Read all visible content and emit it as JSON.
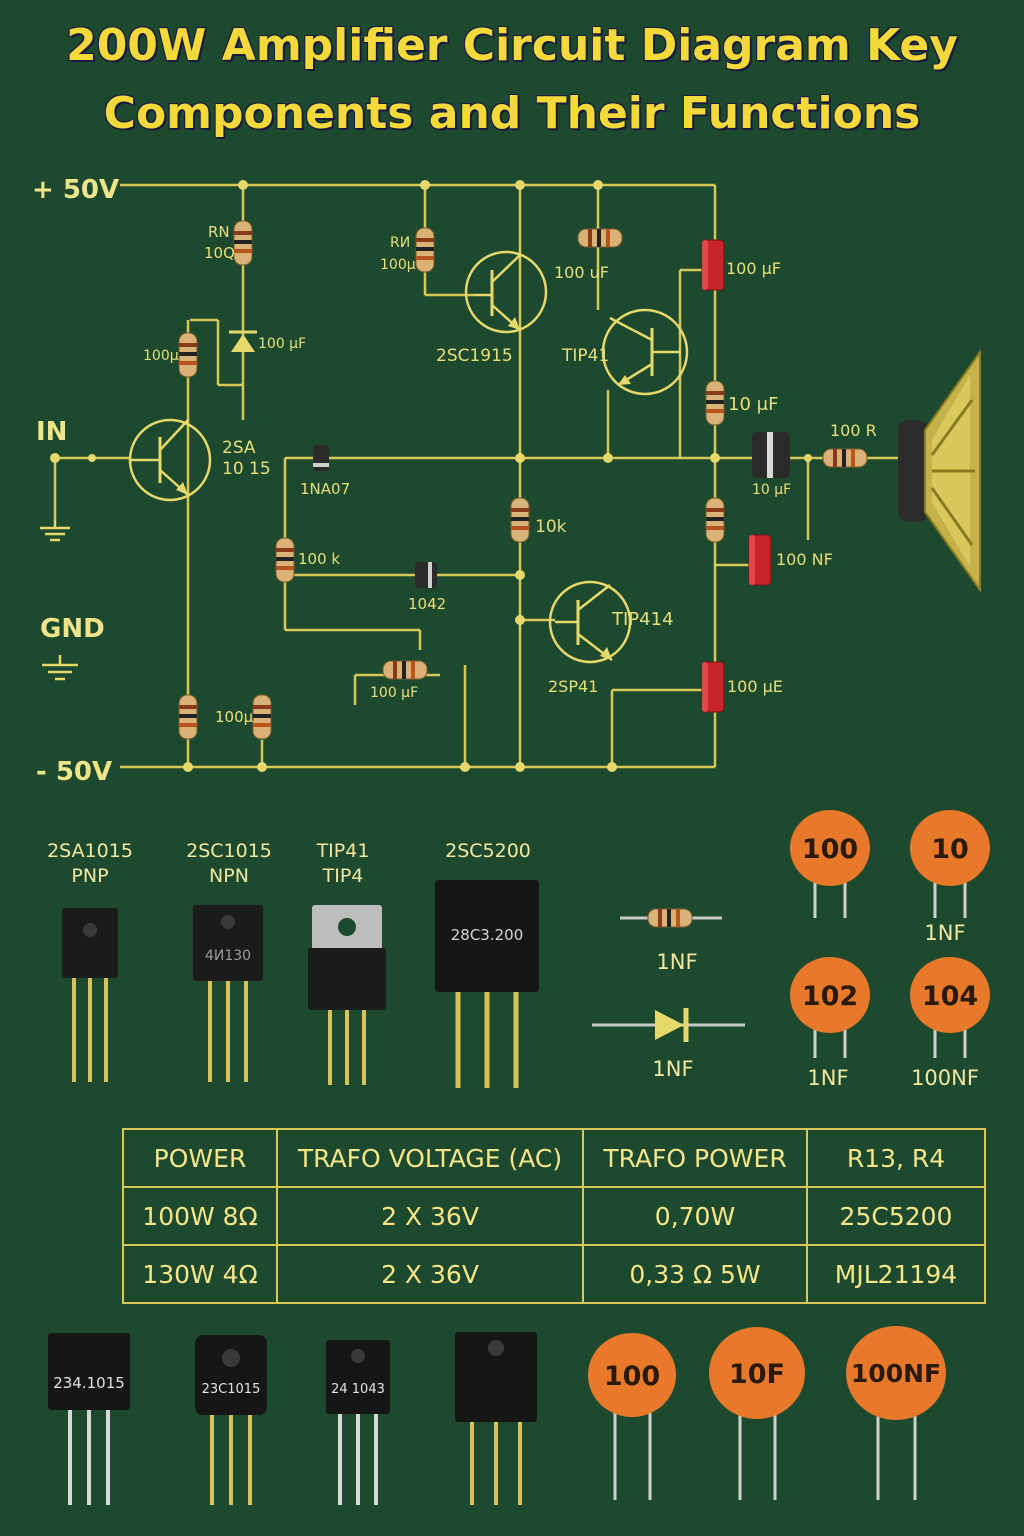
{
  "title": {
    "line1": "200W Amplifier Circuit Diagram Key",
    "line2": "Components and Their Functions"
  },
  "colors": {
    "background": "#1d4a2e",
    "title": "#f3d93a",
    "wire": "#d7c757",
    "capacitor_orange": "#e8782a",
    "electrolytic_red": "#c8252b"
  },
  "schematic": {
    "rails": {
      "positive": "+ 50V",
      "negative": "- 50V",
      "input": "IN",
      "ground": "GND"
    },
    "labels": {
      "r_top_left_a": "RN",
      "r_top_left_b": "10Q",
      "r_mid_a": "RИ",
      "r_mid_b": "100μ",
      "r_left_vert": "100μ",
      "cap_diode": "100 μF",
      "q_input_a": "2SA",
      "q_input_b": "10 15",
      "q_driver": "2SC1915",
      "cap_top_res": "100 uF",
      "q_tip41": "TIP41",
      "cap_red_top": "100 μF",
      "res_10uf": "10 μF",
      "diode_1na07": "1NA07",
      "res_10k": "10k",
      "cap_black": "10 μF",
      "res_out": "100 R",
      "res_100k": "100 k",
      "diode_1042": "1042",
      "q_tip414": "TIP414",
      "q_2sp41": "2SP41",
      "cap_red_mid": "100 NF",
      "cap_red_bot": "100 μE",
      "pot": "100 μF",
      "res_bot": "100μ"
    },
    "icons": [
      "npn-transistor-icon",
      "pnp-transistor-icon",
      "speaker-icon",
      "ground-icon",
      "diode-icon",
      "resistor-icon",
      "capacitor-icon"
    ]
  },
  "packages": {
    "row1": [
      {
        "label_a": "2SA1015",
        "label_b": "PNP",
        "marking": ""
      },
      {
        "label_a": "2SC1015",
        "label_b": "NPN",
        "marking": "4И130"
      },
      {
        "label_a": "TIP41",
        "label_b": "TIP4",
        "marking": ""
      },
      {
        "label_a": "2SC5200",
        "label_b": "",
        "marking": "28C3.200"
      }
    ],
    "resistor_label": "1NF",
    "diode_label": "1NF",
    "ceramic_caps": [
      {
        "marking": "100",
        "caption": ""
      },
      {
        "marking": "10",
        "caption": "1NF"
      },
      {
        "marking": "102",
        "caption": "1NF"
      },
      {
        "marking": "104",
        "caption": "100NF"
      }
    ],
    "row2": [
      {
        "marking": "234.1015"
      },
      {
        "marking": "23C1015"
      },
      {
        "marking": "24 1043"
      },
      {
        "marking": ""
      }
    ],
    "ceramic_caps_bottom": [
      "100",
      "10F",
      "100NF"
    ]
  },
  "table": {
    "headers": [
      "POWER",
      "TRAFO VOLTAGE (AC)",
      "TRAFO POWER",
      "R13, R4"
    ],
    "rows": [
      [
        "100W 8Ω",
        "2 X 36V",
        "0,70W",
        "25C5200"
      ],
      [
        "130W 4Ω",
        "2 X 36V",
        "0,33 Ω 5W",
        "MJL21194"
      ]
    ]
  }
}
